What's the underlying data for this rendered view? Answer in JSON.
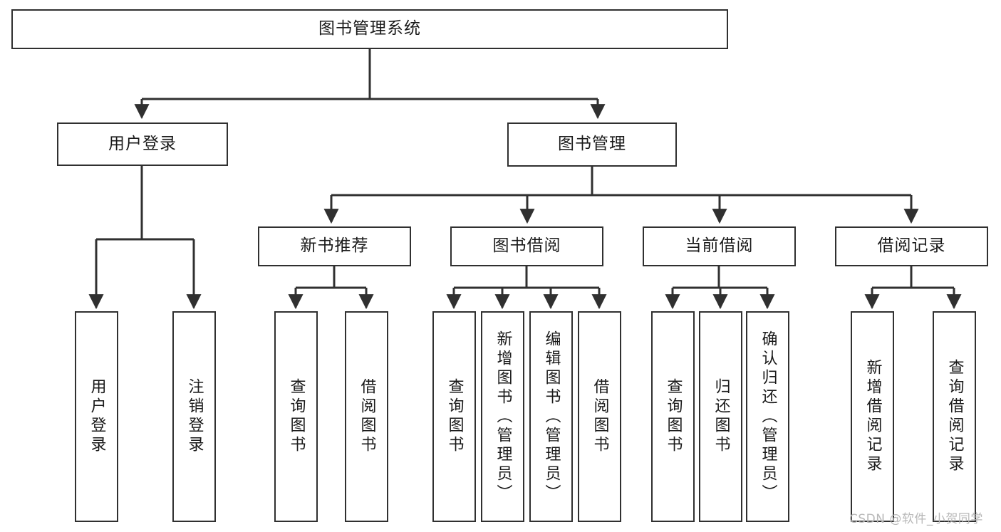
{
  "diagram": {
    "type": "tree-hierarchy-diagram",
    "title": "图书管理系统",
    "colors": {
      "box_border": "#303030",
      "box_fill": "#ffffff",
      "connector": "#303030",
      "text": "#1a1a1a",
      "watermark": "#b8b8b8",
      "background": "#ffffff"
    },
    "root": {
      "label": "图书管理系统"
    },
    "level1": [
      {
        "label": "用户登录"
      },
      {
        "label": "图书管理"
      }
    ],
    "level2": [
      {
        "label": "新书推荐"
      },
      {
        "label": "图书借阅"
      },
      {
        "label": "当前借阅"
      },
      {
        "label": "借阅记录"
      }
    ],
    "leaves": {
      "user_login": [
        {
          "label": "用户登录"
        },
        {
          "label": "注销登录"
        }
      ],
      "new_book_recommend": [
        {
          "label": "查询图书"
        },
        {
          "label": "借阅图书"
        }
      ],
      "book_borrow": [
        {
          "label": "查询图书"
        },
        {
          "label": "新增图书（管理员）"
        },
        {
          "label": "编辑图书（管理员）"
        },
        {
          "label": "借阅图书"
        }
      ],
      "current_borrow": [
        {
          "label": "查询图书"
        },
        {
          "label": "归还图书"
        },
        {
          "label": "确认归还（管理员）"
        }
      ],
      "borrow_record": [
        {
          "label": "新增借阅记录"
        },
        {
          "label": "查询借阅记录"
        }
      ]
    }
  },
  "watermark": {
    "text": "CSDN @软件_小贺同学"
  }
}
